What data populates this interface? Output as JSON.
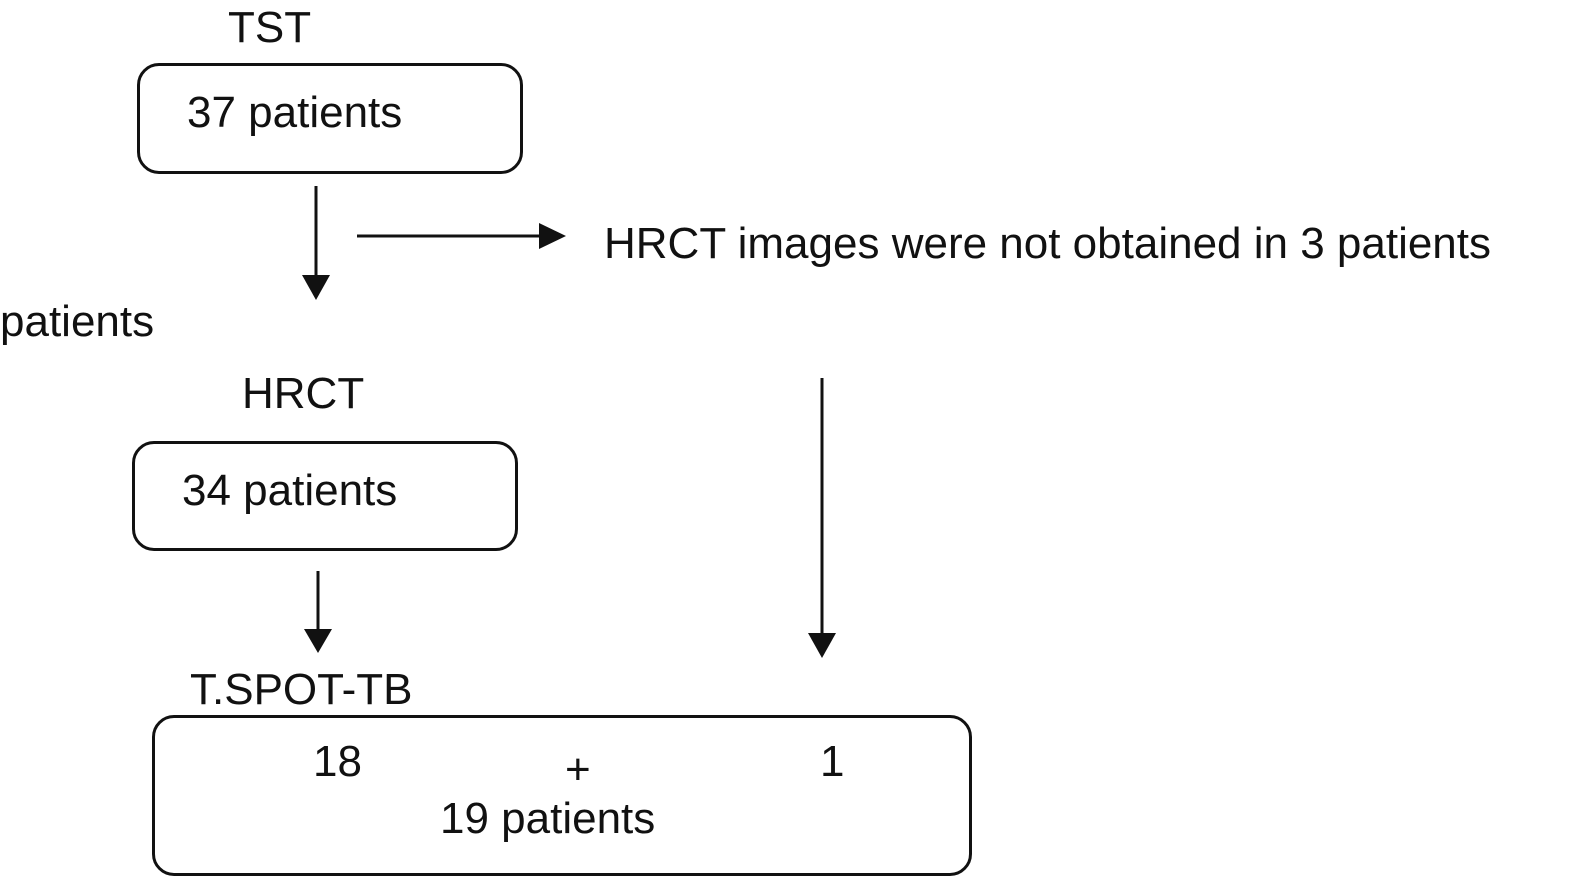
{
  "stage1": {
    "label": "TST",
    "count": "37 patients"
  },
  "excluded": {
    "note": "HRCT images were not obtained in 3 patients"
  },
  "side_label": "patients",
  "stage2": {
    "label": "HRCT",
    "count": "34 patients"
  },
  "stage3": {
    "label": "T.SPOT-TB",
    "left_value": "18",
    "operator": "+",
    "right_value": "1",
    "total": "19 patients"
  },
  "colors": {
    "stroke": "#111111",
    "background": "#ffffff"
  }
}
